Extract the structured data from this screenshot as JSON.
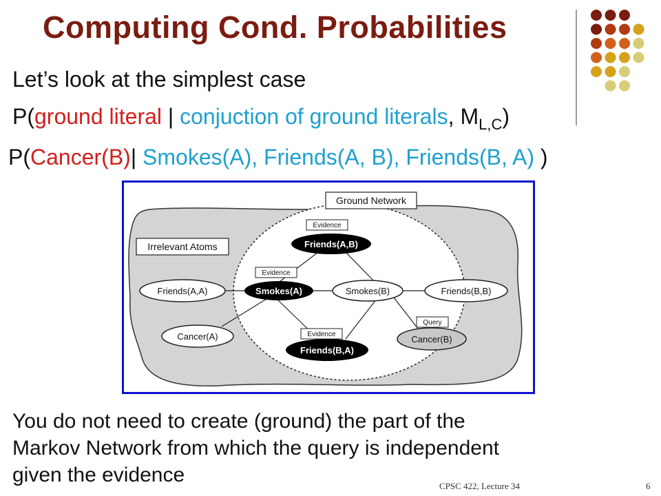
{
  "slide": {
    "title": "Computing Cond. Probabilities",
    "line1": "Let’s look at the simplest case",
    "line2": {
      "open": "P(",
      "query": "ground literal",
      "sep": " | ",
      "evidence": "conjuction of ground literals",
      "comma": ", M",
      "subscript": "L,C",
      "close": ")"
    },
    "line3": {
      "open": "P(",
      "query": "Cancer(B)",
      "sep": "| ",
      "evidence": "Smokes(A), Friends(A, B), Friends(B, A)",
      "close": " )"
    },
    "body": [
      "You do not need to create (ground) the part of the",
      "Markov Network from which the query is independent",
      "given the evidence"
    ],
    "footer": "CPSC 422, Lecture 34",
    "page_number": "6"
  },
  "diagram": {
    "labels": {
      "ground_network": "Ground Network",
      "irrelevant_atoms": "Irrelevant Atoms",
      "evidence": "Evidence",
      "query": "Query"
    },
    "nodes": {
      "friends_ab": "Friends(A,B)",
      "friends_aa": "Friends(A,A)",
      "smokes_a": "Smokes(A)",
      "smokes_b": "Smokes(B)",
      "friends_bb": "Friends(B,B)",
      "cancer_a": "Cancer(A)",
      "friends_ba": "Friends(B,A)",
      "cancer_b": "Cancer(B)"
    },
    "colors": {
      "frame_border": "#1010d0",
      "cloud_fill": "#d4d4d4",
      "evidence_fill": "#000000",
      "query_fill": "#c8c8c8"
    }
  },
  "decoration": {
    "dot_colors": [
      "#7a1c10",
      "#b03a12",
      "#d0601a",
      "#d6a21c",
      "#d8cc78"
    ]
  }
}
